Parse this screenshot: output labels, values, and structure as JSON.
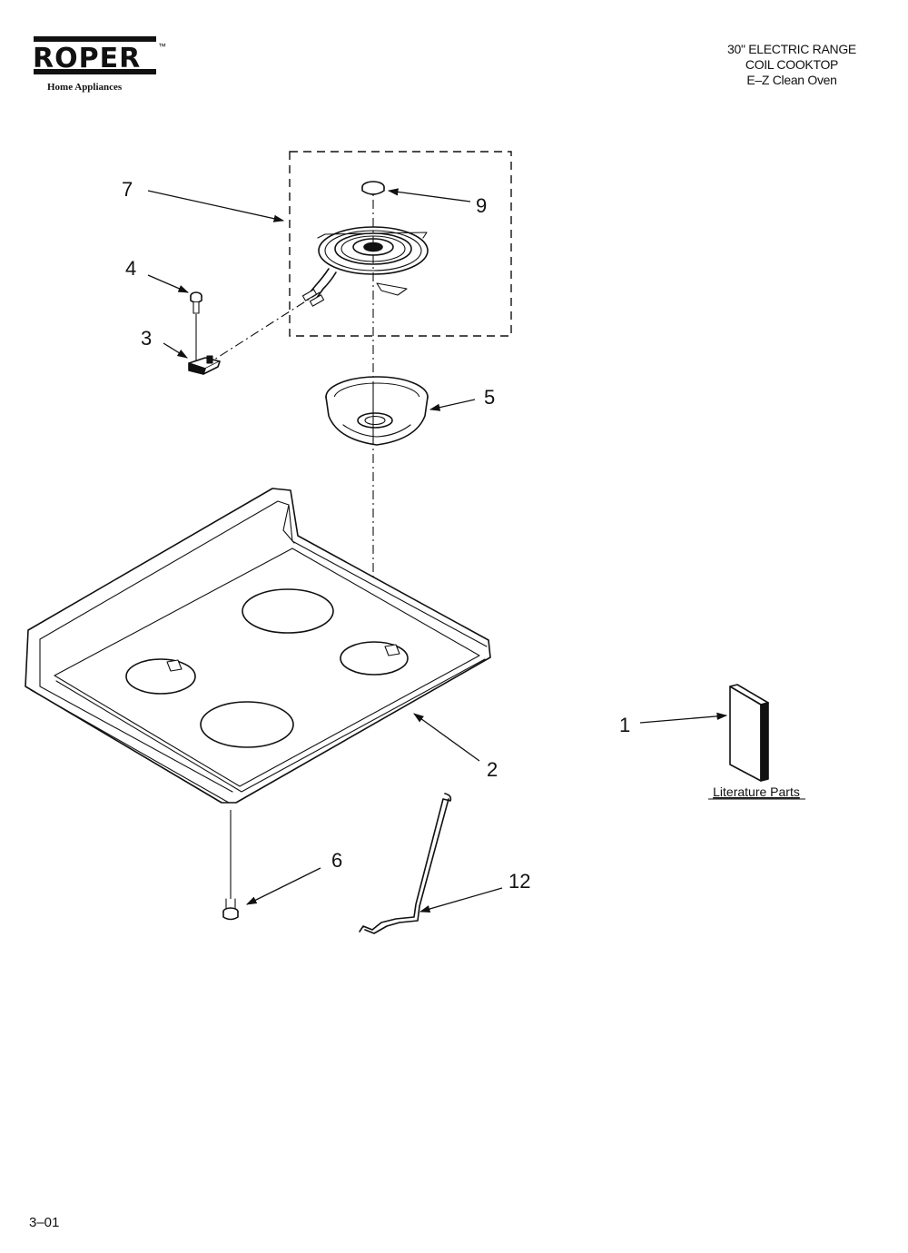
{
  "brand": {
    "logo_text": "ROPER",
    "trademark": "™",
    "tagline": "Home Appliances"
  },
  "header": {
    "line1": "30\" ELECTRIC RANGE",
    "line2": "COIL COOKTOP",
    "line3": "E–Z Clean Oven"
  },
  "parts": {
    "part_1": "1",
    "part_2": "2",
    "part_3": "3",
    "part_4": "4",
    "part_5": "5",
    "part_6": "6",
    "part_7": "7",
    "part_9": "9",
    "part_12": "12"
  },
  "literature_label": "Literature Parts",
  "footer_code": "3–01"
}
